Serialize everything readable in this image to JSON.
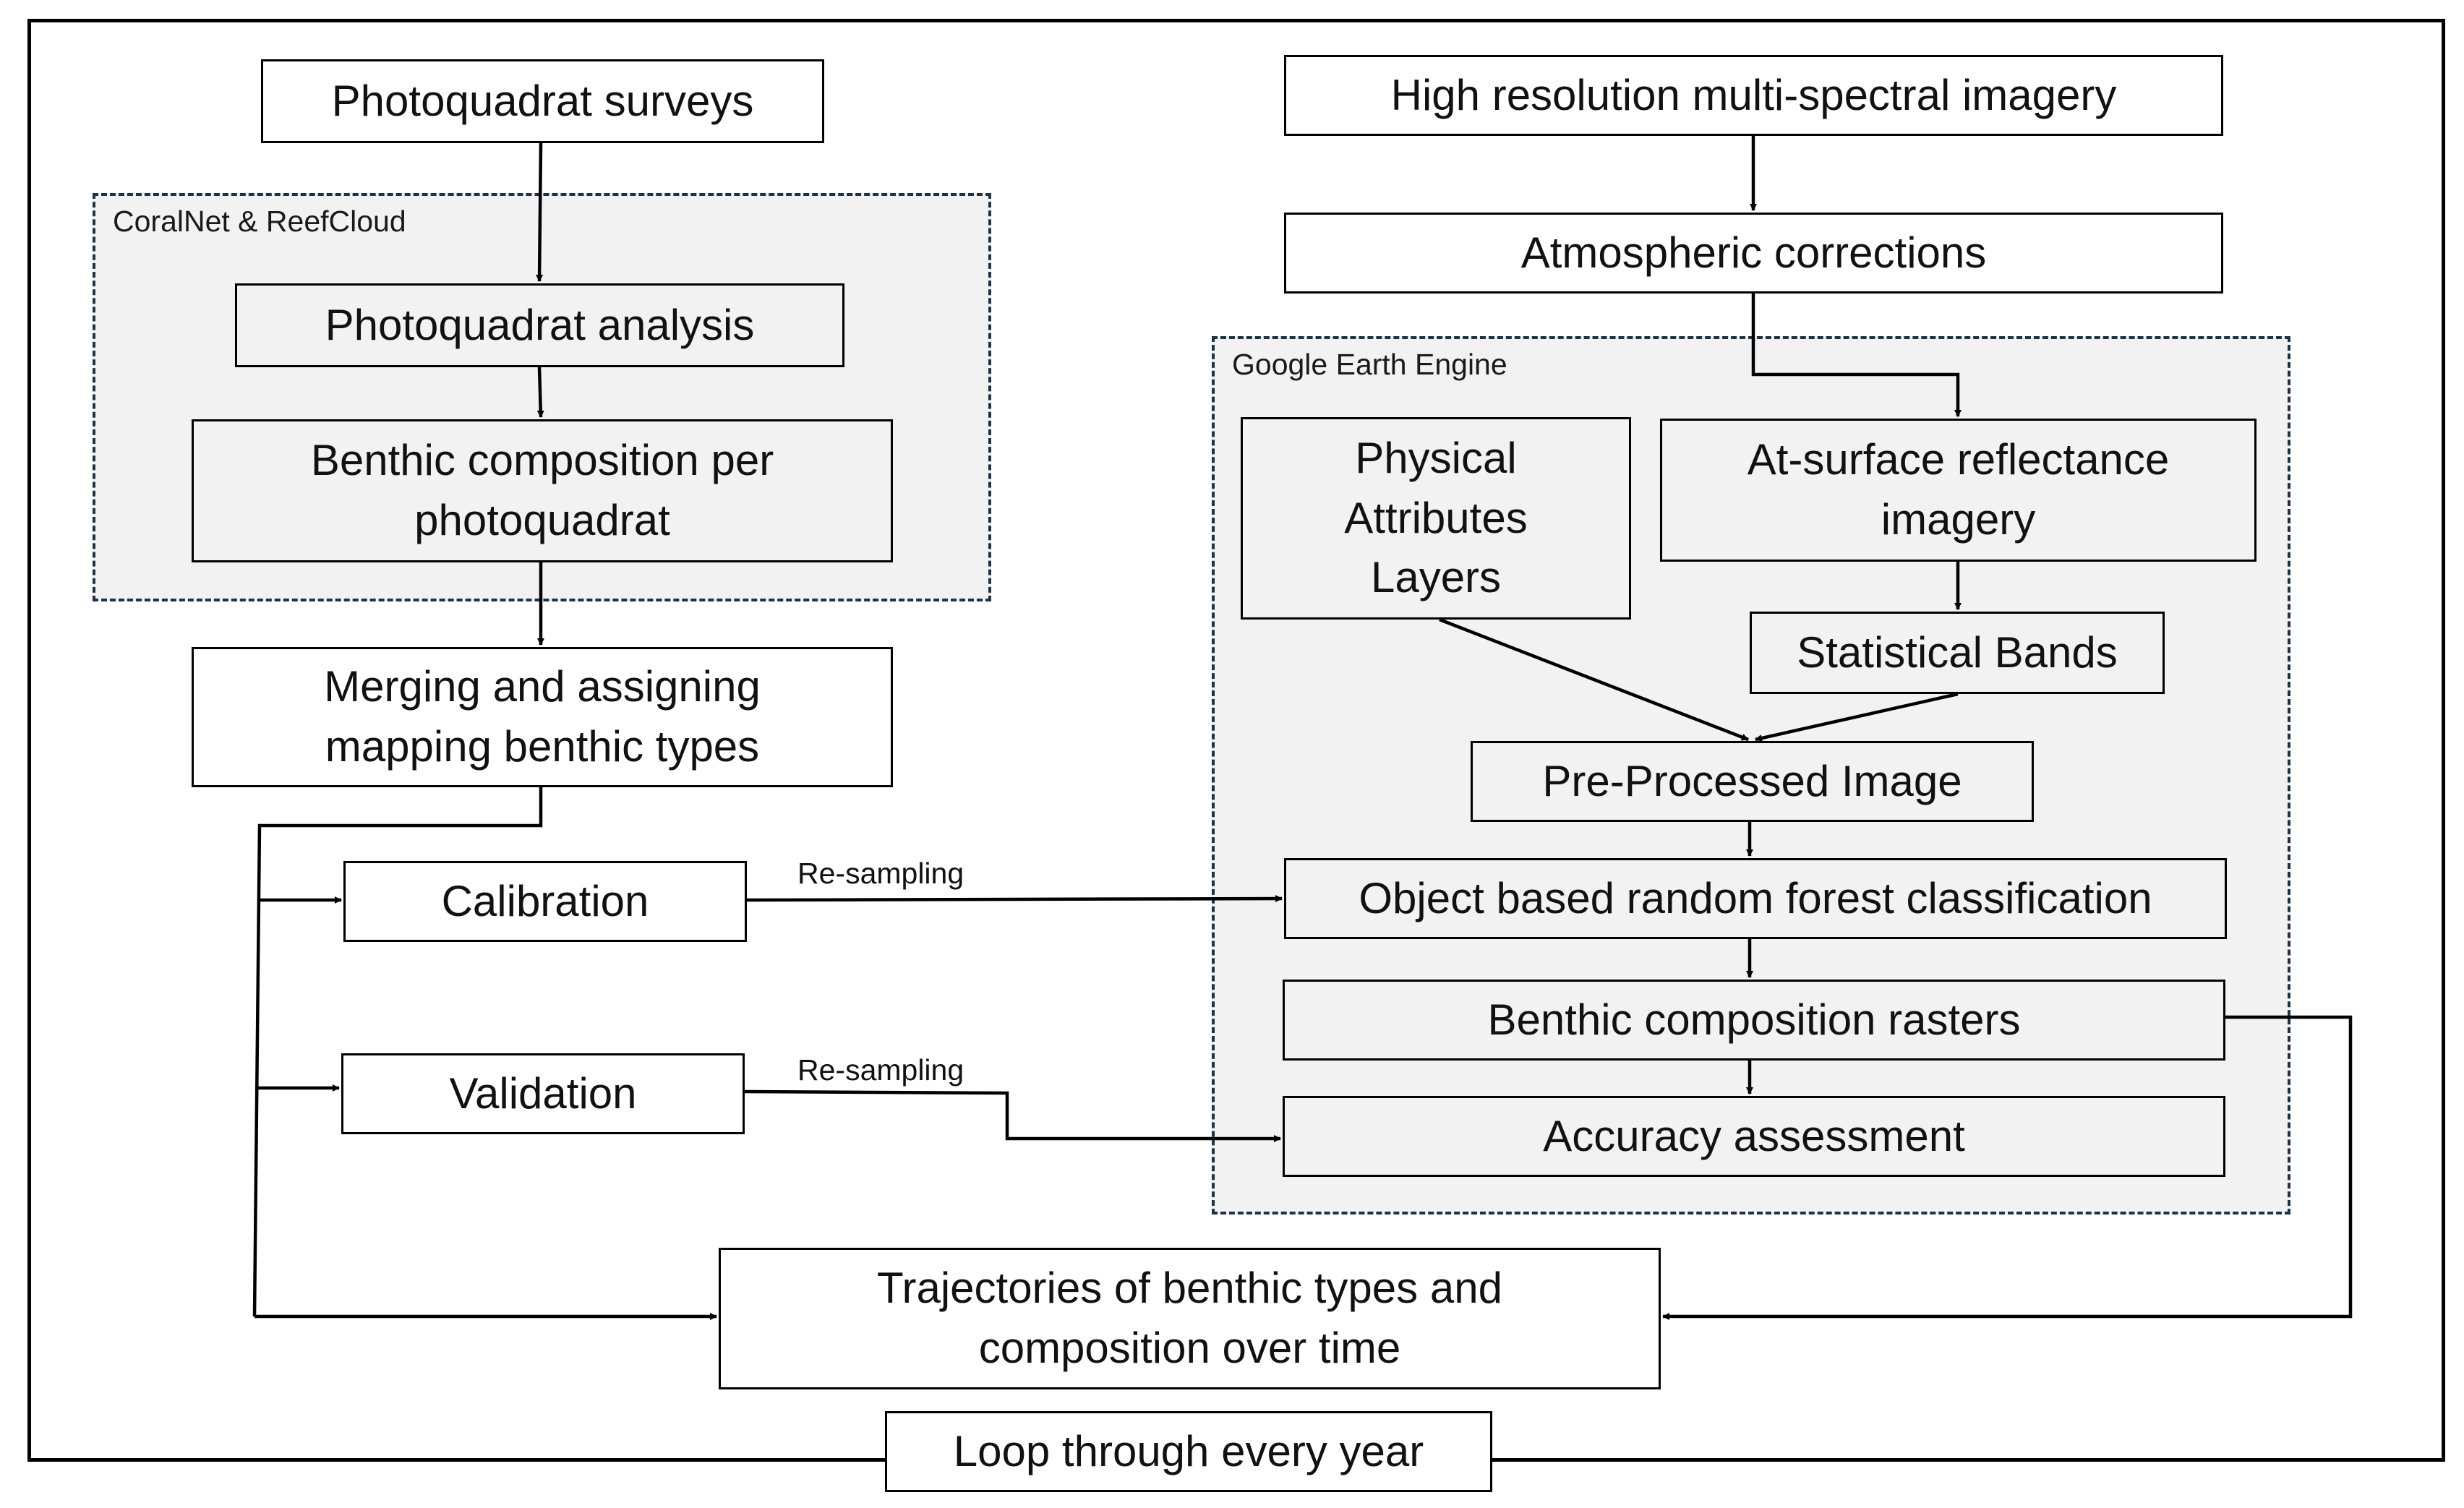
{
  "groups": {
    "coralnet": "CoralNet & ReefCloud",
    "gee": "Google Earth Engine"
  },
  "boxes": {
    "photoquadrat_surveys": "Photoquadrat surveys",
    "photoquadrat_analysis": "Photoquadrat analysis",
    "benthic_composition_per_photoquadrat": "Benthic composition per photoquadrat",
    "merging": "Merging and assigning mapping benthic types",
    "calibration": "Calibration",
    "validation": "Validation",
    "multispectral_imagery": "High resolution multi-spectral imagery",
    "atmospheric_corrections": "Atmospheric corrections",
    "physical_attributes": "Physical Attributes Layers",
    "surface_reflectance": "At-surface reflectance imagery",
    "statistical_bands": "Statistical Bands",
    "preprocessed_image": "Pre-Processed Image",
    "random_forest": "Object based random forest classification",
    "composition_rasters": "Benthic composition rasters",
    "accuracy_assessment": "Accuracy assessment",
    "trajectories": "Trajectories of benthic types and composition over time",
    "loop": "Loop through every year"
  },
  "edge_labels": {
    "calibration_resampling": "Re-sampling",
    "validation_resampling": "Re-sampling"
  }
}
